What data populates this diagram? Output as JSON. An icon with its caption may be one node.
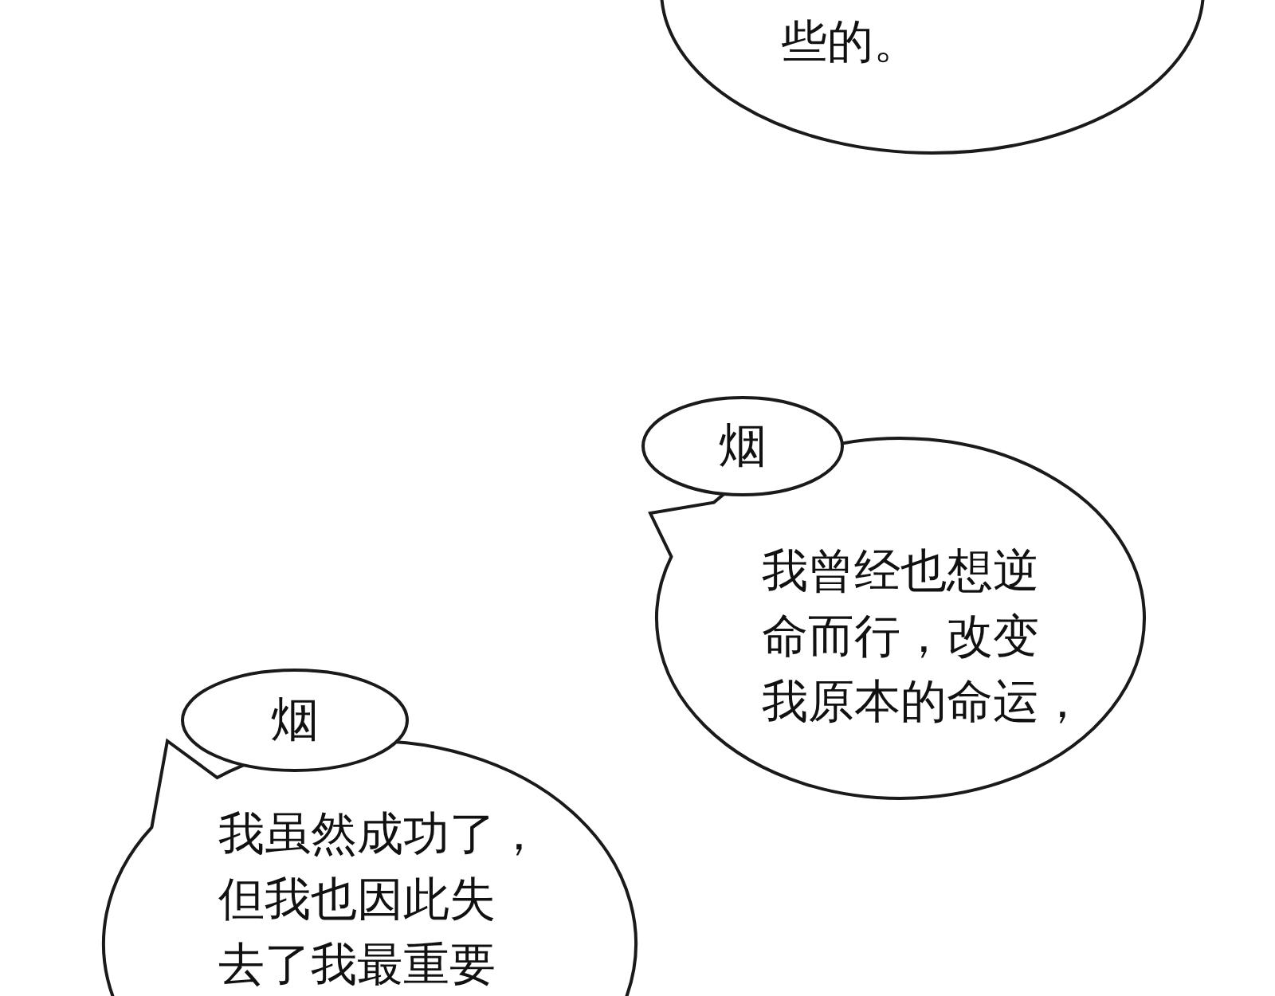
{
  "diagram": {
    "nodes": [
      {
        "text": [
          "些的。"
        ]
      },
      {
        "text": [
          "烟"
        ]
      },
      {
        "text": [
          "我曾经也想逆命而行，改变我原本的命运，"
        ]
      },
      {
        "text": [
          "烟"
        ]
      },
      {
        "text": [
          "我虽然成功了，但我也因此失去了我最重要"
        ]
      }
    ]
  }
}
